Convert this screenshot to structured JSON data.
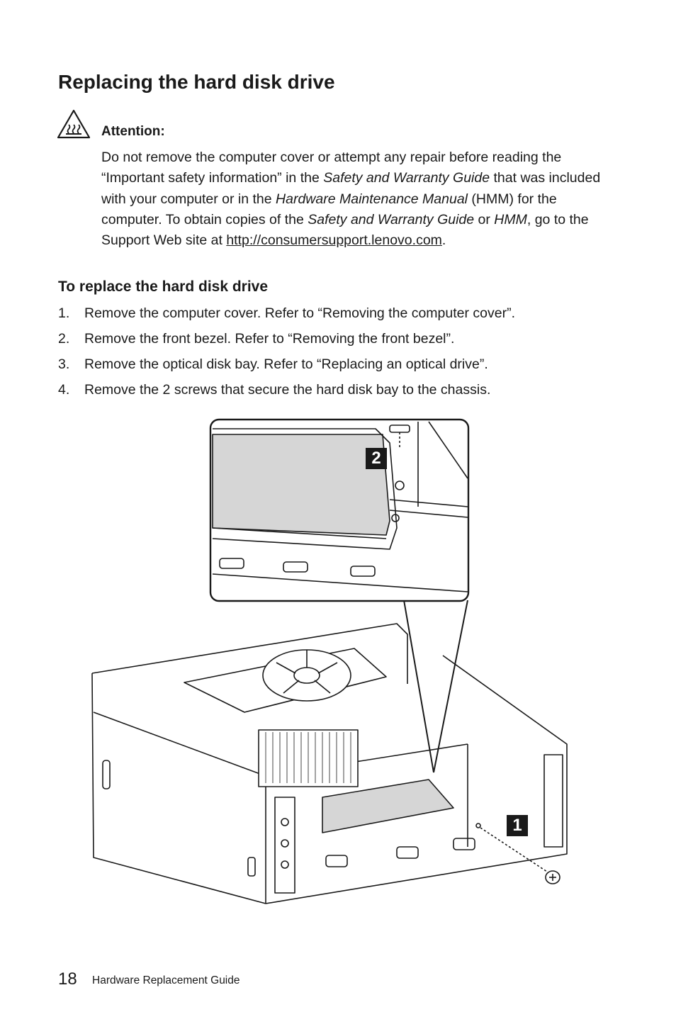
{
  "page": {
    "title": "Replacing the hard disk drive",
    "attention": {
      "label": "Attention:",
      "icon": "hot-surface-warning-icon",
      "t1": "Do not remove the computer cover or attempt any repair before reading the “Important safety information” in the ",
      "i1": "Safety and Warranty Guide",
      "t2": " that was included with your computer or in the ",
      "i2": "Hardware Maintenance Manual",
      "t3": " (HMM) for the computer. To obtain copies of the ",
      "i3": "Safety and Warranty Guide",
      "t4": " or ",
      "i4": "HMM",
      "t5": ", go to the Support Web site at ",
      "link": "http://consumersupport.lenovo.com",
      "t6": "."
    },
    "subheading": "To replace the hard disk drive",
    "steps": [
      {
        "num": "1.",
        "text": "Remove the computer cover. Refer to “Removing the computer cover”."
      },
      {
        "num": "2.",
        "text": "Remove the front bezel. Refer to “Removing the front bezel”."
      },
      {
        "num": "3.",
        "text": "Remove the optical disk bay. Refer to “Replacing an optical drive”."
      },
      {
        "num": "4.",
        "text": "Remove the 2 screws that secure the hard disk bay to the chassis."
      }
    ],
    "figure": {
      "callout_1": "1",
      "callout_2": "2"
    },
    "footer": {
      "page_number": "18",
      "guide_title": "Hardware Replacement Guide"
    }
  }
}
